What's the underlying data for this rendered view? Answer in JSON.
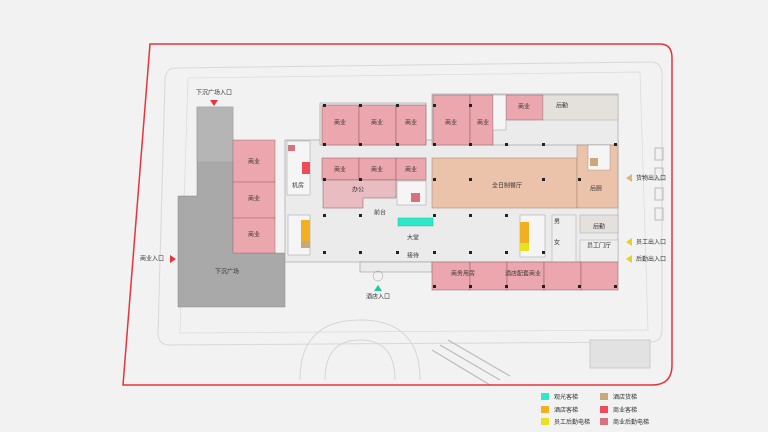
{
  "entrances": {
    "sunken_plaza_entrance": "下沉广场入口",
    "commercial_entrance": "商业入口",
    "hotel_entrance": "酒店入口",
    "goods_entrance": "货物出入口",
    "staff_entrance": "员工出入口",
    "service_entrance": "后勤出入口"
  },
  "rooms": {
    "sunken_plaza": "下沉广场",
    "commercial": "商业",
    "machine_room": "机房",
    "office": "办公",
    "front_desk": "前台",
    "lobby": "大堂",
    "reception": "接待",
    "all_day_restaurant": "全日制餐厅",
    "kitchen": "后厨",
    "back_of_house": "后勤",
    "staff_lobby": "员工门厅",
    "male": "男",
    "female": "女",
    "business_rooms": "商务用房",
    "hotel_retail": "酒店配套商业"
  },
  "legend": [
    {
      "label": "观光客梯",
      "color": "#2ee8c8"
    },
    {
      "label": "酒店货梯",
      "color": "#c9a97a"
    },
    {
      "label": "酒店客梯",
      "color": "#f0b020"
    },
    {
      "label": "商业客梯",
      "color": "#ee4c5c"
    },
    {
      "label": "员工后勤电梯",
      "color": "#e8e020"
    },
    {
      "label": "商业后勤电梯",
      "color": "#d87080"
    }
  ],
  "colors": {
    "boundary": "#e8333c",
    "commercial": "#eba7ad",
    "office": "#e9bcc2",
    "restaurant": "#ebc3aa",
    "floor": "#ebebeb",
    "plaza": "#a9a9a9"
  }
}
